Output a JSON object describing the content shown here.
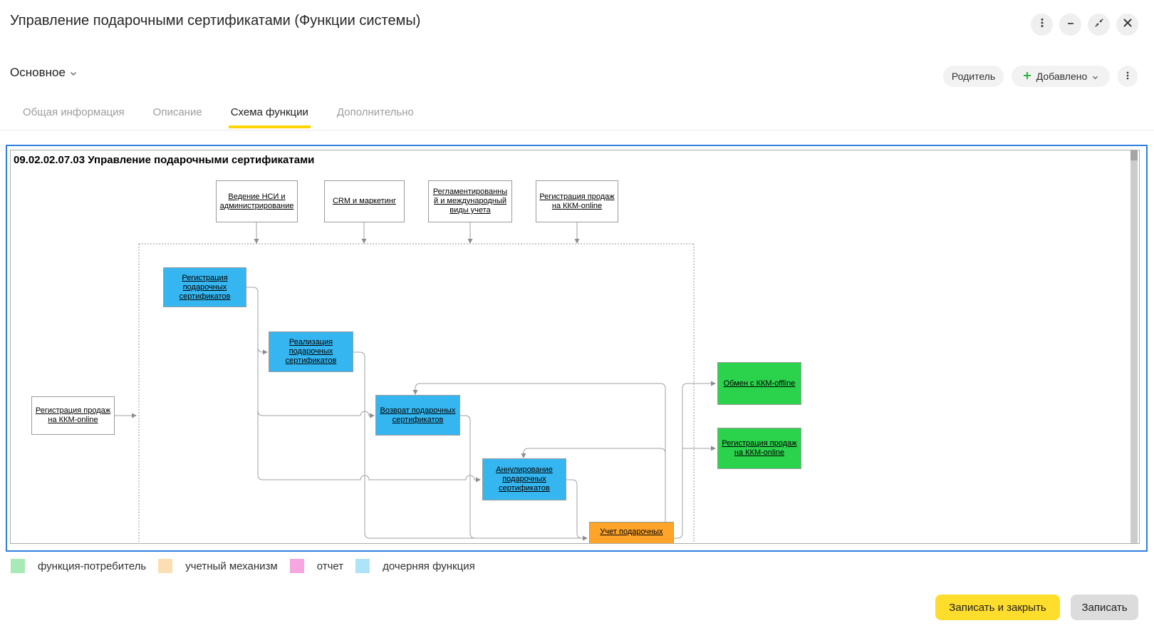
{
  "window": {
    "title": "Управление подарочными сертификатами (Функции системы)",
    "controls": [
      {
        "icon": "kebab-menu-icon"
      },
      {
        "icon": "minimize-icon"
      },
      {
        "icon": "collapse-window-icon"
      },
      {
        "icon": "close-icon"
      }
    ]
  },
  "toolbar": {
    "menu_label": "Основное",
    "parent_button": "Родитель",
    "added_button": "Добавлено"
  },
  "tabs": [
    {
      "label": "Общая информация",
      "active": false
    },
    {
      "label": "Описание",
      "active": false
    },
    {
      "label": "Схема функции",
      "active": true
    },
    {
      "label": "Дополнительно",
      "active": false
    }
  ],
  "diagram": {
    "title": "09.02.02.07.03 Управление подарочными сертификатами",
    "colors": {
      "child_function": "#35B6F0",
      "consumer_function": "#2BD24B",
      "accounting_mechanism": "#FDA429",
      "external_function": "#FFFFFF",
      "focus_border": "#2F80E0",
      "wire": "#A0A0A0"
    },
    "nodes": [
      {
        "id": "vedenie-nsi",
        "type": "external",
        "lines": [
          "Ведение НСИ и",
          "администрирование"
        ]
      },
      {
        "id": "crm-marketing",
        "type": "external",
        "lines": [
          "CRM и маркетинг"
        ]
      },
      {
        "id": "reglament-uchet",
        "type": "external",
        "lines": [
          "Регламентированны",
          "й и международный",
          "виды учета"
        ]
      },
      {
        "id": "registracia-prodazh-kkm-top",
        "type": "external",
        "lines": [
          "Регистрация продаж",
          "на ККМ-online"
        ]
      },
      {
        "id": "registracia-prodazh-kkm-left",
        "type": "external",
        "lines": [
          "Регистрация продаж",
          "на ККМ-online"
        ]
      },
      {
        "id": "registracia-podarochnyh-sertifikatov",
        "type": "child",
        "lines": [
          "Регистрация",
          "подарочных",
          "сертификатов"
        ]
      },
      {
        "id": "realizacia-podarochnyh-sertifikatov",
        "type": "child",
        "lines": [
          "Реализация",
          "подарочных",
          "сертификатов"
        ]
      },
      {
        "id": "vozvrat-podarochnyh-sertifikatov",
        "type": "child",
        "lines": [
          "Возврат подарочных",
          "сертификатов"
        ]
      },
      {
        "id": "annulirovanie-podarochnyh-sertifikatov",
        "type": "child",
        "lines": [
          "Аннулирование",
          "подарочных",
          "сертификатов"
        ]
      },
      {
        "id": "uchet-podarochnyh",
        "type": "mechanism",
        "lines": [
          "Учет подарочных"
        ]
      },
      {
        "id": "obmen-s-kkm-offline",
        "type": "consumer",
        "lines": [
          "Обмен с ККМ-offline"
        ]
      },
      {
        "id": "registracia-prodazh-kkm-consumer",
        "type": "consumer",
        "lines": [
          "Регистрация продаж",
          "на ККМ-online"
        ]
      }
    ]
  },
  "legend": [
    {
      "label": "функция-потребитель",
      "color": "#A8EAB5"
    },
    {
      "label": "учетный механизм",
      "color": "#FBDFB2"
    },
    {
      "label": "отчет",
      "color": "#F7A6E0"
    },
    {
      "label": "дочерняя функция",
      "color": "#AEE4F8"
    }
  ],
  "footer": {
    "save_close_button": "Записать и закрыть",
    "save_button": "Записать"
  }
}
